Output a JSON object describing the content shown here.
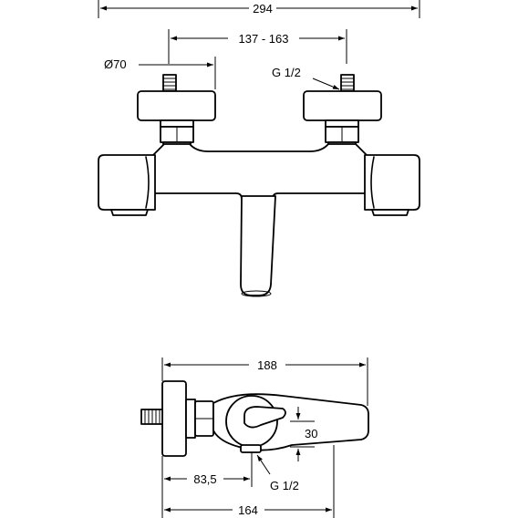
{
  "top_view": {
    "overall_width": "294",
    "inlet_spacing": "137 - 163",
    "flange_diameter": "Ø70",
    "thread_top": "G 1/2"
  },
  "side_view": {
    "depth_overall": "188",
    "outlet_height": "30",
    "inlet_offset": "83,5",
    "thread_bottom": "G 1/2",
    "depth_to_spout": "164"
  }
}
